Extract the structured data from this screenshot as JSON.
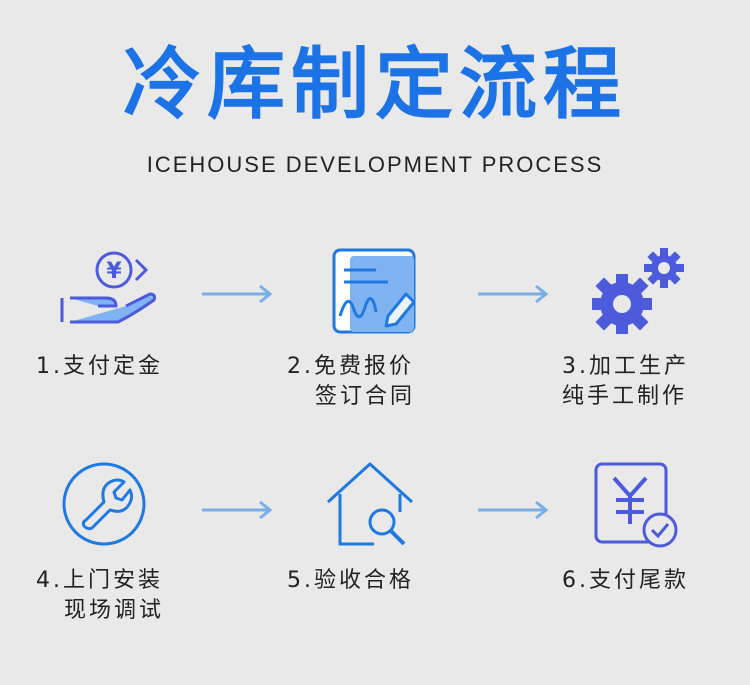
{
  "header": {
    "title": "冷库制定流程",
    "subtitle": "ICEHOUSE DEVELOPMENT PROCESS"
  },
  "steps": [
    {
      "icon": "yen-hand-icon",
      "line1": "1.支付定金",
      "line2": ""
    },
    {
      "icon": "contract-sign-icon",
      "line1": "2.免费报价",
      "line2": "签订合同"
    },
    {
      "icon": "gears-icon",
      "line1": "3.加工生产",
      "line2": "纯手工制作"
    },
    {
      "icon": "wrench-icon",
      "line1": "4.上门安装",
      "line2": "现场调试"
    },
    {
      "icon": "house-search-icon",
      "line1": "5.验收合格",
      "line2": ""
    },
    {
      "icon": "yen-check-icon",
      "line1": "6.支付尾款",
      "line2": ""
    }
  ],
  "colors": {
    "title": "#1c73e6",
    "icon_blue": "#1f79e0",
    "icon_purple": "#4c5bdc",
    "arrow": "#7aaee8",
    "background": "#e9e9e9"
  }
}
